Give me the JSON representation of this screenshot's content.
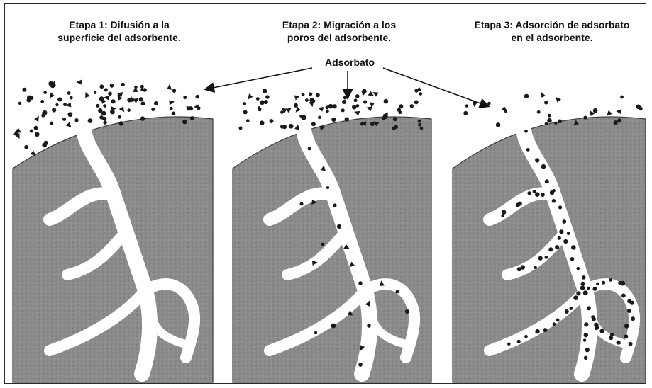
{
  "stages": [
    {
      "line1": "Etapa 1: Difusión a la",
      "line2": "superficie del adsorbente."
    },
    {
      "line1": "Etapa 2: Migración a los",
      "line2": "poros del adsorbente."
    },
    {
      "line1": "Etapa 3: Adsorción de adsorbato",
      "line2": "en el adsorbente."
    }
  ],
  "adsorbate_label": "Adsorbato",
  "colors": {
    "solid": "#8c8c8c",
    "outline": "#3a3a3a",
    "pore": "#ffffff",
    "particle": "#1a1a1a",
    "text": "#111111"
  }
}
